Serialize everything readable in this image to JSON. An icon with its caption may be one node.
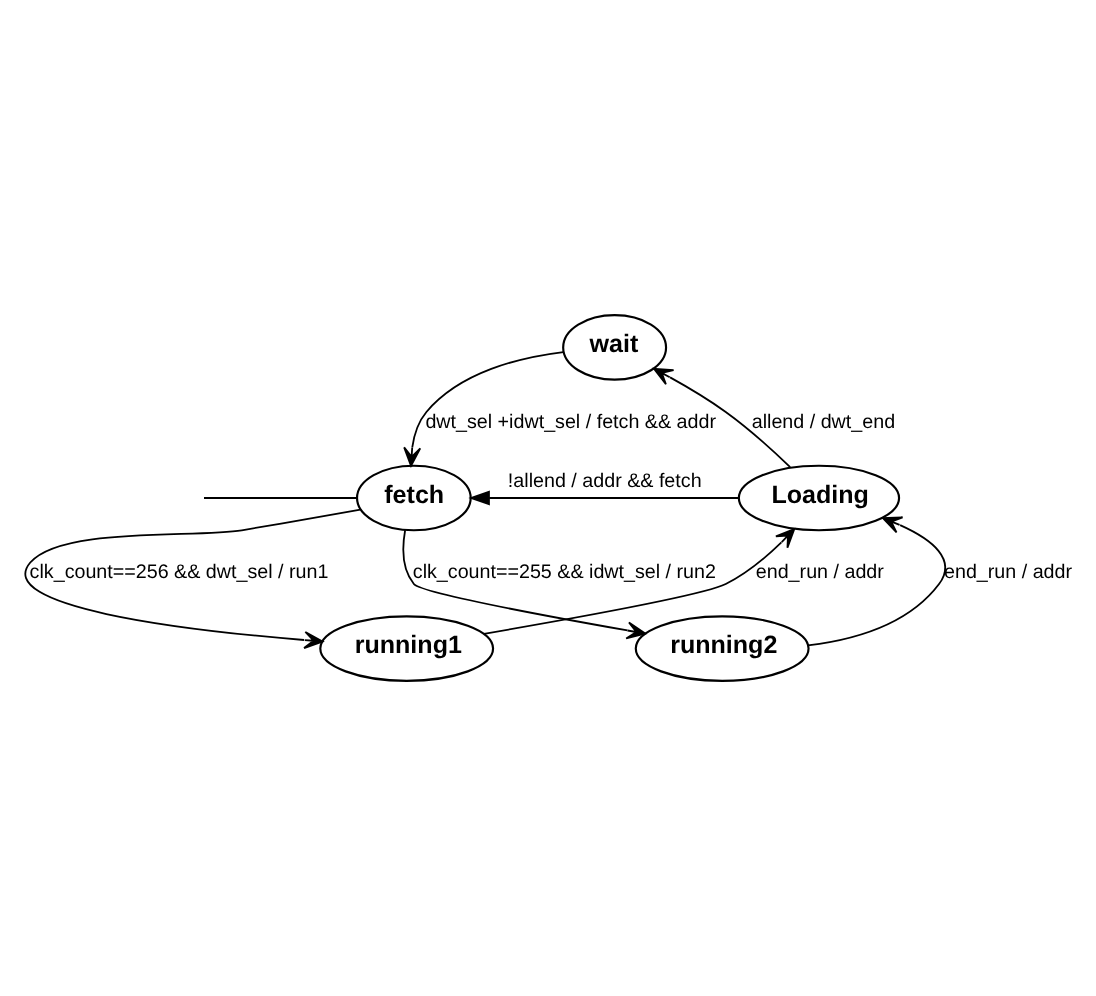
{
  "diagram": {
    "nodes": [
      {
        "text": [
          "wait"
        ]
      },
      {
        "text": [
          "fetch"
        ]
      },
      {
        "text": [
          "Loading"
        ]
      },
      {
        "text": [
          "running1"
        ]
      },
      {
        "text": [
          "running2"
        ]
      }
    ],
    "edges": [
      {
        "from": 0,
        "to": 1,
        "arrow": "to",
        "label": "dwt_sel +idwt_sel / fetch && addr"
      },
      {
        "from": 2,
        "to": 0,
        "arrow": "to",
        "label": "allend / dwt_end"
      },
      {
        "from": 2,
        "to": 1,
        "arrow": "to",
        "label": "!allend / addr && fetch"
      },
      {
        "from": 1,
        "to": 3,
        "arrow": "to",
        "label": "clk_count==256 && dwt_sel / run1"
      },
      {
        "from": 1,
        "to": 4,
        "arrow": "to",
        "label": "clk_count==255 && idwt_sel / run2"
      },
      {
        "from": 3,
        "to": 2,
        "arrow": "to",
        "label": "end_run / addr"
      },
      {
        "from": 4,
        "to": 2,
        "arrow": "to",
        "label": "end_run / addr"
      },
      {
        "from": null,
        "to": 1,
        "arrow": "none"
      }
    ]
  }
}
